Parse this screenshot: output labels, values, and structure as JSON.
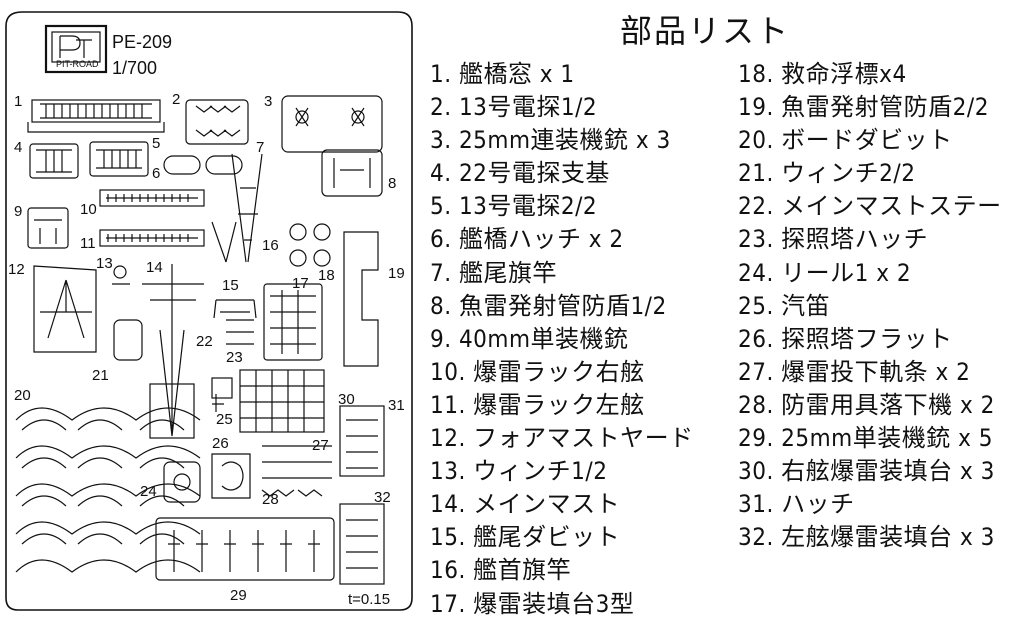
{
  "sheet": {
    "brand": "PIT-ROAD",
    "code": "PE-209",
    "scale": "1/700",
    "thickness": "t=0.15",
    "labels": [
      "1",
      "2",
      "3",
      "4",
      "5",
      "6",
      "7",
      "8",
      "9",
      "10",
      "11",
      "12",
      "13",
      "14",
      "15",
      "16",
      "17",
      "18",
      "19",
      "20",
      "21",
      "22",
      "23",
      "24",
      "25",
      "26",
      "27",
      "28",
      "29",
      "30",
      "31",
      "32"
    ]
  },
  "parts_title": "部品リスト",
  "parts_col1": [
    "1. 艦橋窓 x 1",
    "2. 13号電探1/2",
    "3. 25mm連装機銃 x 3",
    "4. 22号電探支基",
    "5. 13号電探2/2",
    "6. 艦橋ハッチ x 2",
    "7. 艦尾旗竿",
    "8. 魚雷発射管防盾1/2",
    "9. 40mm単装機銃",
    "10. 爆雷ラック右舷",
    "11. 爆雷ラック左舷",
    "12. フォアマストヤード",
    "13. ウィンチ1/2",
    "14. メインマスト",
    "15. 艦尾ダビット",
    "16. 艦首旗竿",
    "17. 爆雷装填台3型"
  ],
  "parts_col2": [
    "18. 救命浮標x4",
    "19. 魚雷発射管防盾2/2",
    "20. ボードダビット",
    "21. ウィンチ2/2",
    "22. メインマストステー",
    "23. 探照塔ハッチ",
    "24. リール1 x 2",
    "25. 汽笛",
    "26. 探照塔フラット",
    "27. 爆雷投下軌条 x 2",
    "28. 防雷用具落下機 x 2",
    "29. 25mm単装機銃 x 5",
    "30. 右舷爆雷装填台 x 3",
    "31. ハッチ",
    "32. 左舷爆雷装填台 x 3"
  ]
}
